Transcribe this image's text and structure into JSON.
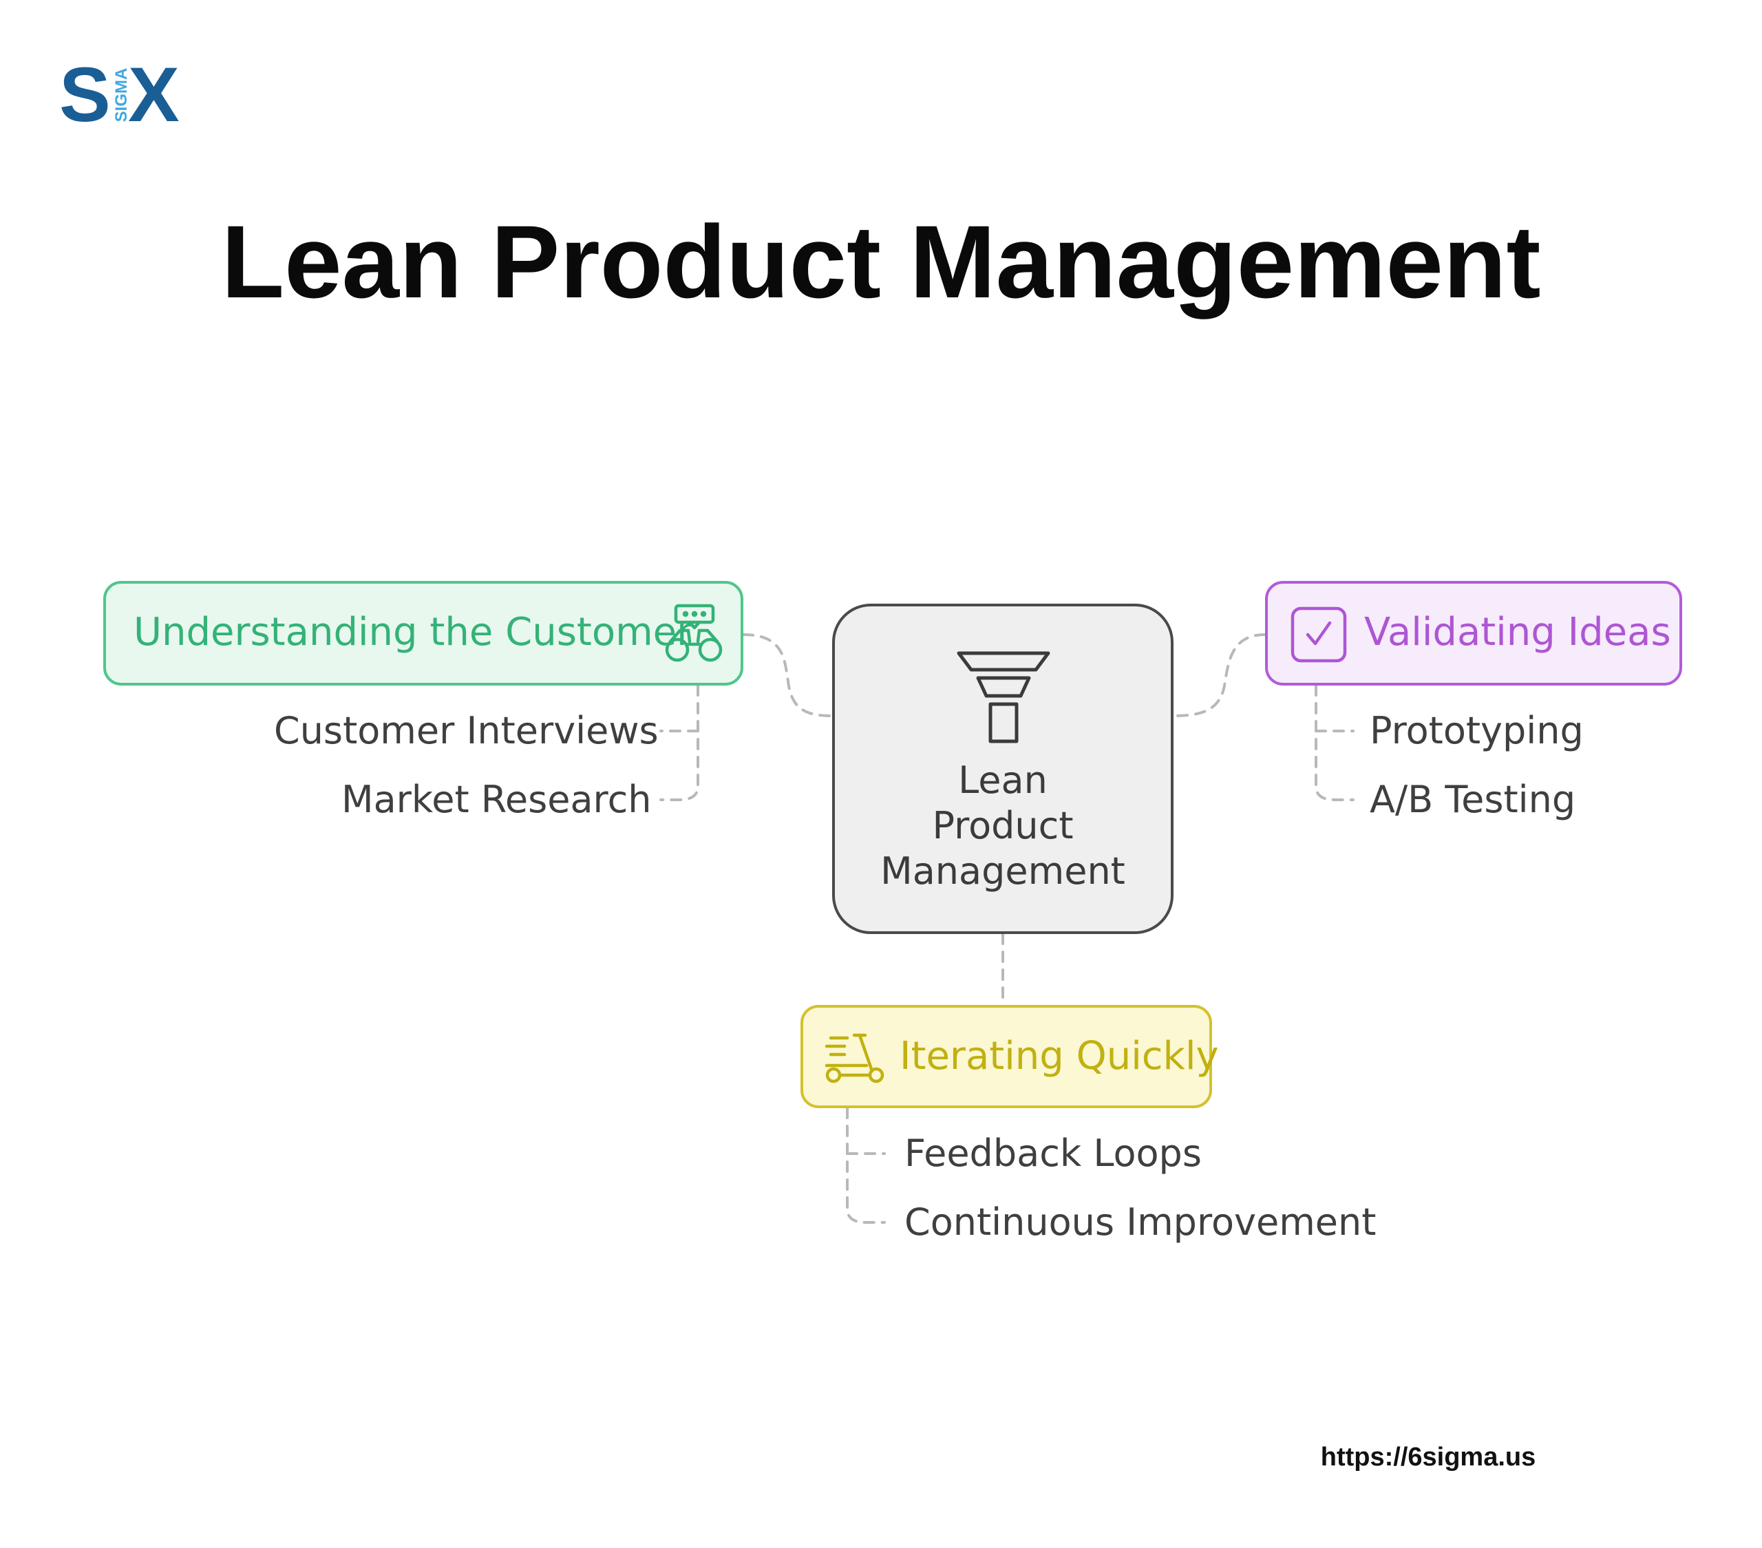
{
  "logo": {
    "letter_s": "S",
    "letter_x": "X",
    "sigma_text": "SIGMA"
  },
  "title": "Lean Product Management",
  "center": {
    "label_lines": [
      "Lean",
      "Product",
      "Management"
    ],
    "icon": "funnel-icon"
  },
  "branches": [
    {
      "label": "Understanding the Customer",
      "icon": "binoculars-chat-icon",
      "color": "#34b277",
      "items": [
        "Customer Interviews",
        "Market Research"
      ]
    },
    {
      "label": "Validating Ideas",
      "icon": "checkbox-icon",
      "color": "#ad56d4",
      "items": [
        "Prototyping",
        "A/B Testing"
      ]
    },
    {
      "label": "Iterating Quickly",
      "icon": "scooter-icon",
      "color": "#c2b012",
      "items": [
        "Feedback Loops",
        "Continuous Improvement"
      ]
    }
  ],
  "footer": {
    "url": "https://6sigma.us"
  }
}
